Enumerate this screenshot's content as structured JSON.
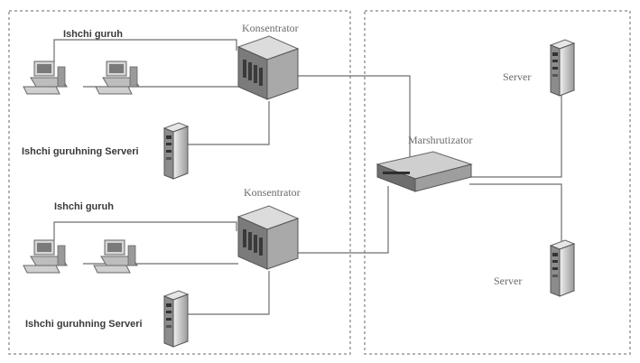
{
  "diagram": {
    "group1": {
      "workgroup_label": "Ishchi guruh",
      "hub_label": "Konsentrator",
      "server_label": "Ishchi guruhning Serveri"
    },
    "group2": {
      "workgroup_label": "Ishchi guruh",
      "hub_label": "Konsentrator",
      "server_label": "Ishchi guruhning Serveri"
    },
    "router_label": "Marshrutizator",
    "server_top_label": "Server",
    "server_bottom_label": "Server",
    "colors": {
      "frame_border": "#9a9a9a",
      "link": "#6e6e6e",
      "device_dark": "#5a5a5a",
      "device_light": "#d8d8d8"
    },
    "icons": [
      "workstation-icon",
      "hub-icon",
      "server-tower-icon",
      "router-icon"
    ]
  }
}
